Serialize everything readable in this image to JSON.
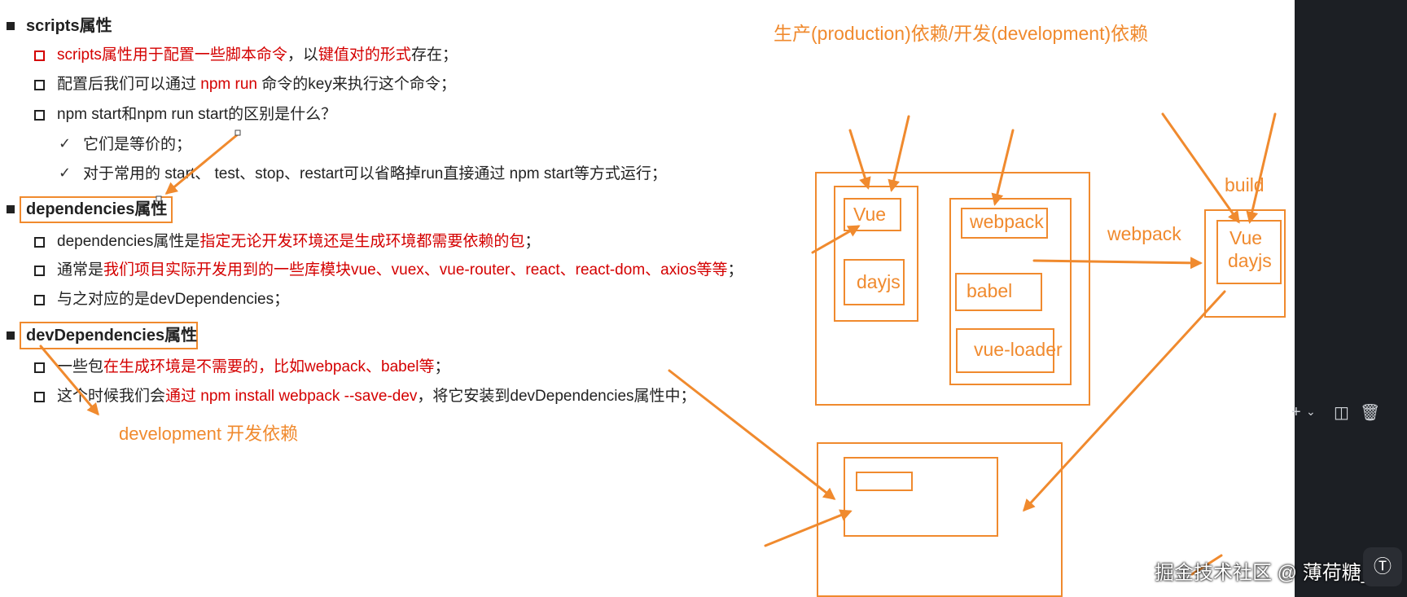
{
  "slide": {
    "sections": [
      {
        "heading": "scripts属性",
        "items": [
          {
            "pre": "",
            "red": "scripts属性用于配置一些脚本命令",
            "mid": "，以",
            "red2": "键值对的形式",
            "post": "存在；"
          },
          {
            "pre": "配置后我们可以通过 ",
            "red": "npm run",
            "mid": " 命令的key来执行这个命令；",
            "red2": "",
            "post": ""
          },
          {
            "pre": "npm start和npm run start的区别是什么？",
            "red": "",
            "mid": "",
            "red2": "",
            "post": ""
          }
        ],
        "subitems": [
          "它们是等价的；",
          "对于常用的 start、 test、stop、restart可以省略掉run直接通过 npm start等方式运行；"
        ]
      },
      {
        "heading": "dependencies属性",
        "items": [
          {
            "pre": "dependencies属性是",
            "red": "指定无论开发环境还是生成环境都需要依赖的包",
            "mid": "；",
            "red2": "",
            "post": ""
          },
          {
            "pre": "通常是",
            "red": "我们项目实际开发用到的一些库模块vue、vuex、vue-router、react、react-dom、axios等等",
            "mid": "；",
            "red2": "",
            "post": ""
          },
          {
            "pre": "与之对应的是devDependencies；",
            "red": "",
            "mid": "",
            "red2": "",
            "post": ""
          }
        ]
      },
      {
        "heading": "devDependencies属性",
        "items": [
          {
            "pre": "一些包",
            "red": "在生成环境是不需要的，比如webpack、babel等",
            "mid": "；",
            "red2": "",
            "post": ""
          },
          {
            "pre": "这个时候我们会",
            "red": "通过 npm install webpack --save-dev",
            "mid": "，将它安装到devDependencies属性中；",
            "red2": "",
            "post": ""
          }
        ]
      }
    ]
  },
  "annotations": {
    "title": "生产(production)依赖/开发(development)依赖",
    "development": "development 开发依赖",
    "vue": "Vue",
    "dayjs": "dayjs",
    "webpack": "webpack",
    "babel": "babel",
    "vue_loader": "vue-loader",
    "build": "build",
    "webpack_arrow": "webpack",
    "out_vue": "Vue",
    "out_dayjs": "dayjs"
  },
  "colors": {
    "accent": "#f08a2e",
    "highlight_red": "#d40000",
    "panel": "#1c1f24"
  },
  "panel": {
    "icons": [
      "plus-icon",
      "chevron-down-icon",
      "split-icon",
      "trash-icon"
    ]
  },
  "watermark": {
    "text": "掘金技术社区 @ 薄荷糖_",
    "btn": "Ⓣ"
  }
}
